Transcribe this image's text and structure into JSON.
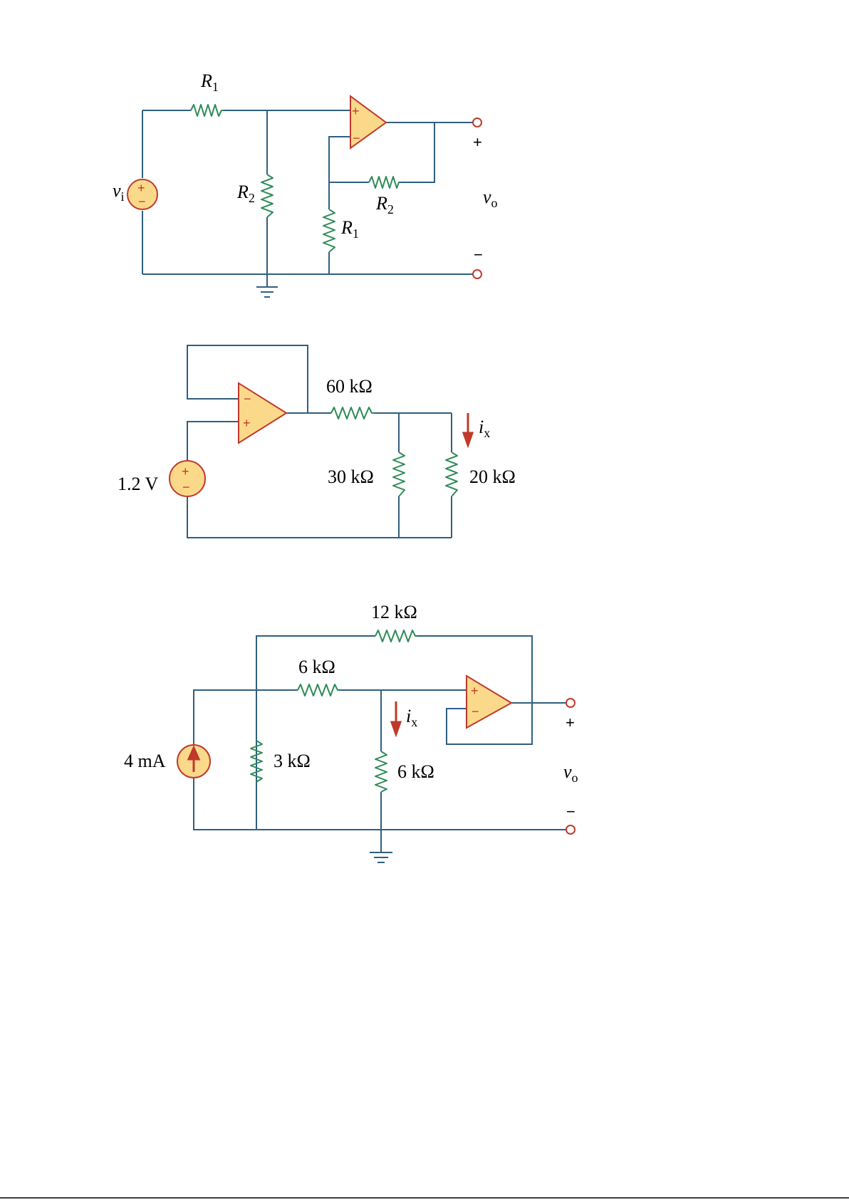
{
  "circuit1": {
    "r1_top": "R",
    "r1_top_sub": "1",
    "r2_shunt": "R",
    "r2_shunt_sub": "2",
    "r2_fb": "R",
    "r2_fb_sub": "2",
    "r1_gnd": "R",
    "r1_gnd_sub": "1",
    "source": "v",
    "source_sub": "i",
    "output": "v",
    "output_sub": "o",
    "out_plus": "+",
    "out_minus": "−",
    "src_plus": "+",
    "src_minus": "−",
    "op_plus": "+",
    "op_minus": "−"
  },
  "circuit2": {
    "r_series": "60 kΩ",
    "r_mid": "30 kΩ",
    "r_right": "20 kΩ",
    "source": "1.2 V",
    "current": "i",
    "current_sub": "x",
    "src_plus": "+",
    "src_minus": "−",
    "op_plus": "+",
    "op_minus": "−"
  },
  "circuit3": {
    "r_top": "12 kΩ",
    "r_series": "6 kΩ",
    "r_shunt": "3 kΩ",
    "r_gnd": "6 kΩ",
    "source": "4 mA",
    "current": "i",
    "current_sub": "x",
    "output": "v",
    "output_sub": "o",
    "out_plus": "+",
    "out_minus": "−",
    "op_plus": "+",
    "op_minus": "−"
  },
  "colors": {
    "wire": "#2f5f80",
    "resistor": "#2e8b57",
    "component_fill": "#fbd98a",
    "component_stroke": "#c0392b"
  }
}
